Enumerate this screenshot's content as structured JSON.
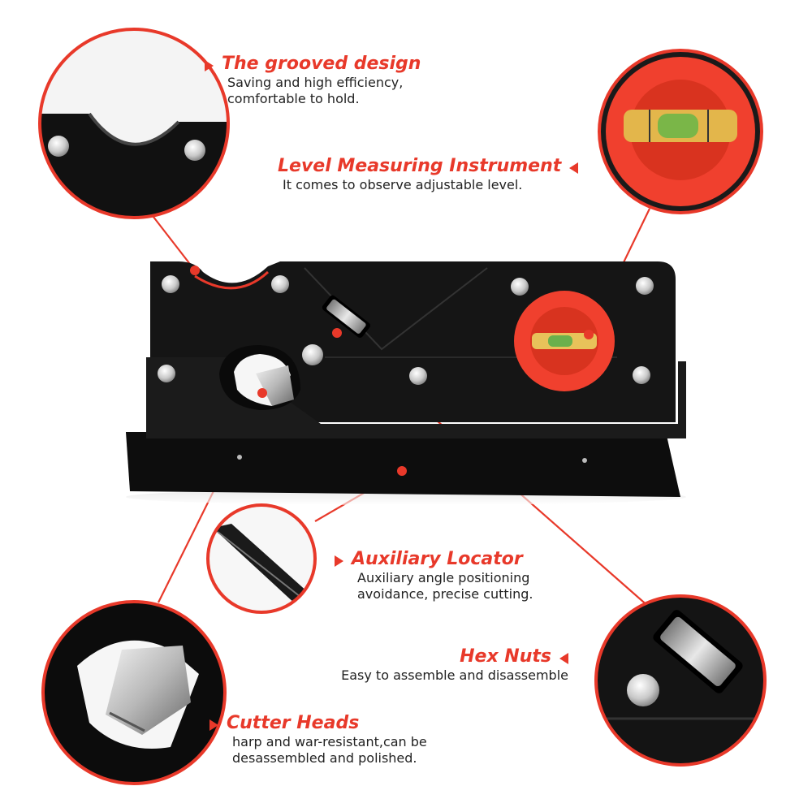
{
  "colors": {
    "accent": "#e8392a",
    "tool_body": "#111111",
    "level_cap": "#f0402e"
  },
  "callouts": {
    "grooved": {
      "title": "The grooved design",
      "lines": [
        "Saving and high efficiency,",
        "comfortable to hold."
      ]
    },
    "level": {
      "title": "Level Measuring Instrument",
      "lines": [
        "It comes to observe adjustable level."
      ]
    },
    "locator": {
      "title": "Auxiliary Locator",
      "lines": [
        "Auxiliary angle positioning",
        "avoidance, precise cutting."
      ]
    },
    "hexnuts": {
      "title": "Hex Nuts",
      "lines": [
        "Easy to assemble and disassemble"
      ]
    },
    "cutter": {
      "title": "Cutter Heads",
      "lines": [
        "harp and war-resistant,can be",
        "desassembled and polished."
      ]
    }
  }
}
